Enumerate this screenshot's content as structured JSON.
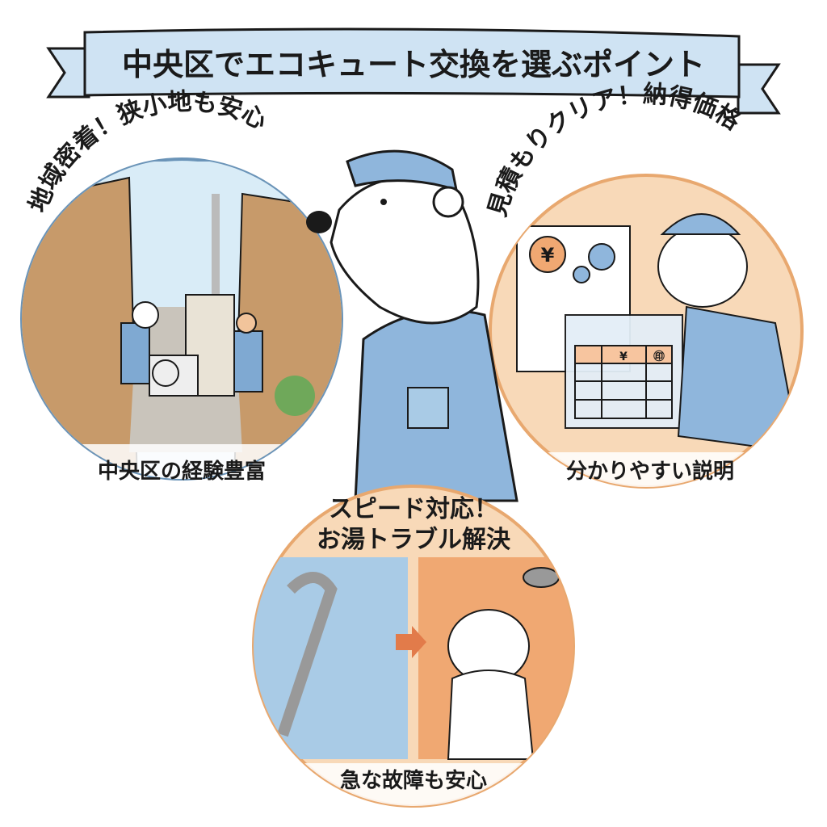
{
  "title": "中央区でエコキュート交換を選ぶポイント",
  "points": [
    {
      "heading": "地域密着！狭小地も安心",
      "caption": "中央区の経験豊富"
    },
    {
      "heading": "見積もりクリア！納得価格",
      "caption": "分かりやすい説明",
      "table_headers": [
        "¥",
        "㊞"
      ],
      "coin_symbol": "¥"
    },
    {
      "heading_line1": "スピード対応！",
      "heading_line2": "お湯トラブル解決",
      "caption": "急な故障も安心"
    }
  ],
  "colors": {
    "banner": "#cfe3f3",
    "blue": "#a9cbe6",
    "shirt": "#8fb6dc",
    "peach": "#f8d9b8",
    "orange": "#f0a872",
    "outline": "#1a1a1a"
  }
}
